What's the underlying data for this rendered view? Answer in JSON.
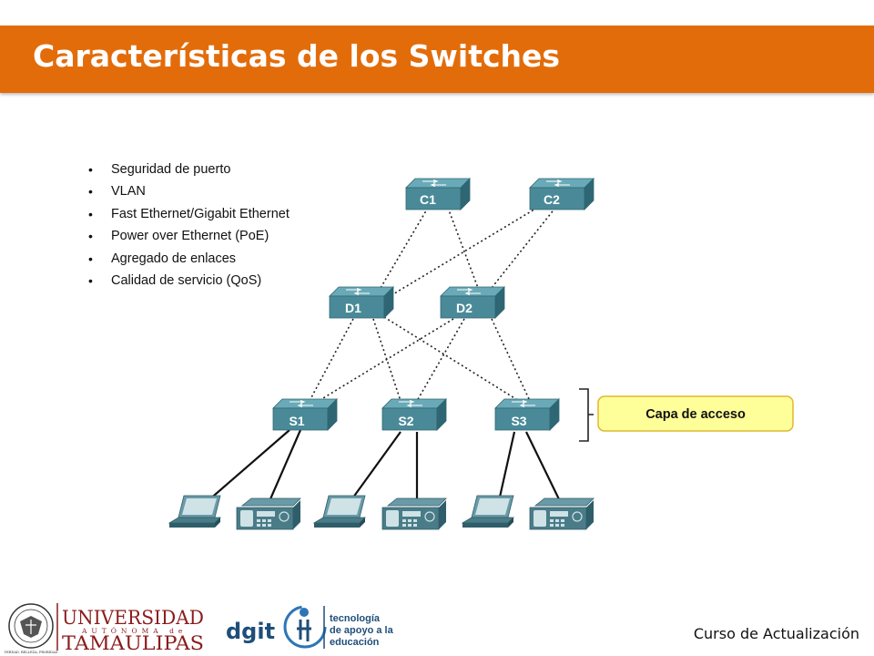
{
  "title": "Características de los Switches",
  "features": [
    "Seguridad de puerto",
    "VLAN",
    "Fast Ethernet/Gigabit Ethernet",
    "Power over Ethernet (PoE)",
    "Agregado de enlaces",
    "Calidad de servicio (QoS)"
  ],
  "diagram": {
    "core_switches": [
      "C1",
      "C2"
    ],
    "distribution_switches": [
      "D1",
      "D2"
    ],
    "access_switches": [
      "S1",
      "S2",
      "S3"
    ],
    "layer_label": "Capa de acceso",
    "colors": {
      "switch_top": "#5a9aa8",
      "switch_side": "#3d7684",
      "label_fill": "#ffff99",
      "label_border": "#e0b830"
    }
  },
  "footer": {
    "university_name": "UNIVERSIDAD",
    "university_sub": "AUTÓNOMA de",
    "university_state": "TAMAULIPAS",
    "seal_motto": "VERDAD, BELLEZA, PROBIDAD",
    "dgit_logo": "dgit",
    "dgit_line1": "tecnología",
    "dgit_line2": "de apoyo a la",
    "dgit_line3": "educación",
    "course": "Curso de Actualización"
  }
}
